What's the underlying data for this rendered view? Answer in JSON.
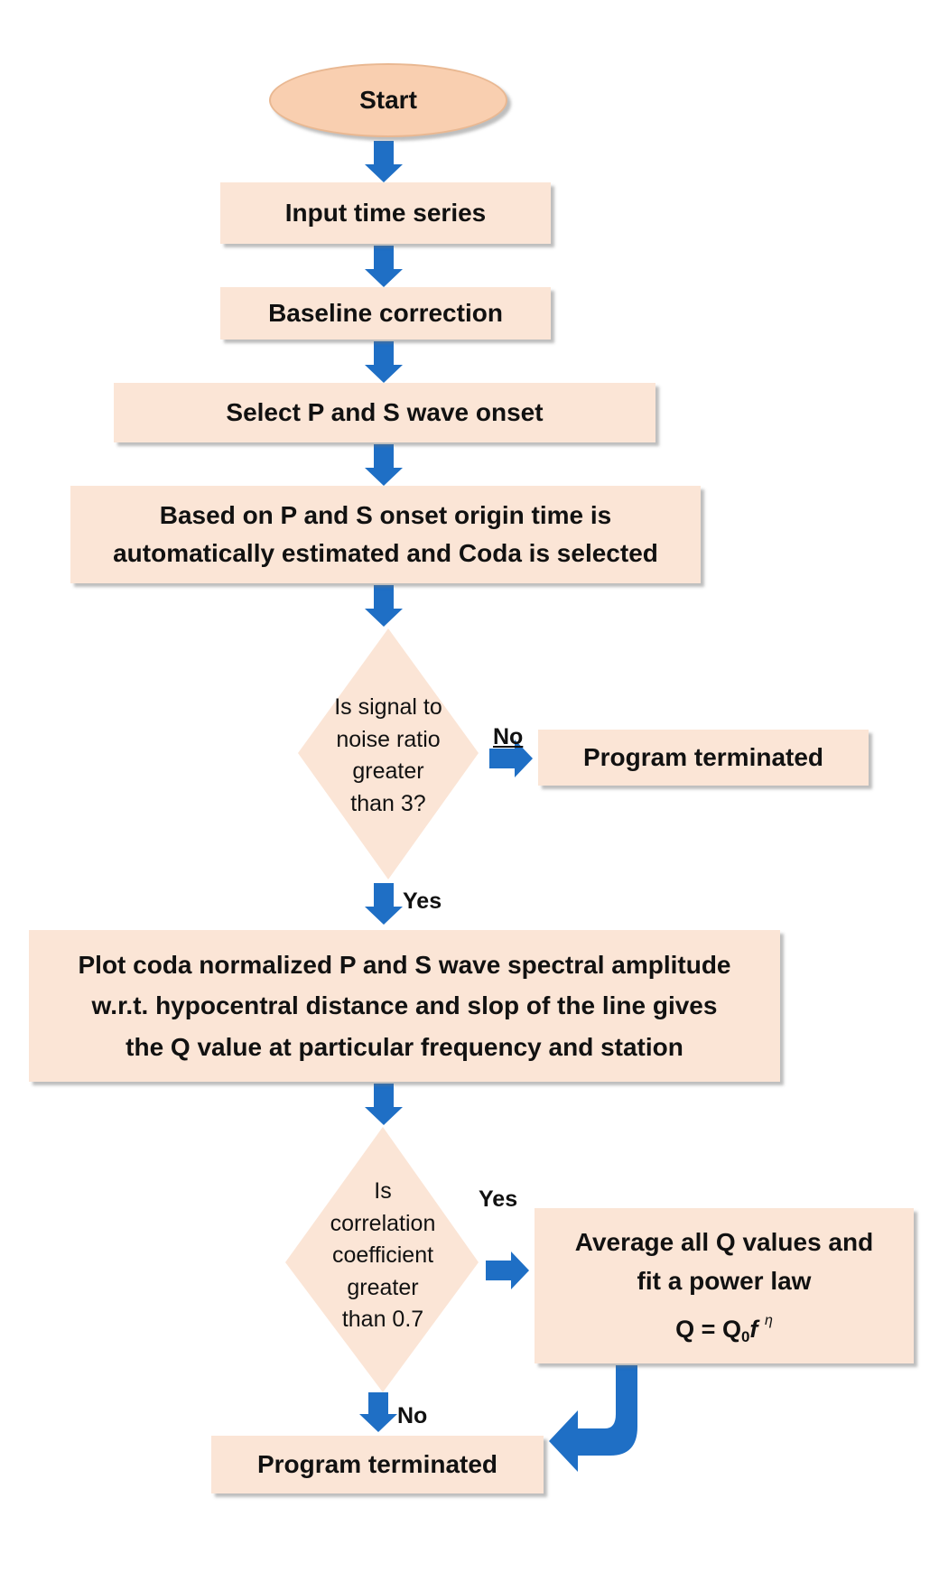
{
  "flowchart": {
    "start": "Start",
    "steps": [
      "Input time series",
      "Baseline correction",
      "Select P and S wave onset",
      "Based on P and S onset origin time is\nautomatically estimated and Coda is selected"
    ],
    "decision_1": {
      "text": "Is signal to\nnoise ratio\ngreater\nthan 3?",
      "no_label": "No",
      "yes_label": "Yes",
      "no_result": "Program terminated"
    },
    "plot_step": "Plot coda normalized P and S wave spectral amplitude\nw.r.t. hypocentral distance and slop of the line gives\nthe Q  value at particular frequency and station",
    "decision_2": {
      "text": "Is\ncorrelation\ncoefficient\ngreater\nthan 0.7",
      "yes_label": "Yes",
      "no_label": "No"
    },
    "average_step": {
      "line1": "Average all Q values and",
      "line2": "fit a power law",
      "formula": {
        "lhs": "Q = Q",
        "subscript": "0",
        "variable": "f",
        "exponent": "η"
      }
    },
    "end": "Program terminated"
  },
  "colors": {
    "box_fill": "#fbe5d6",
    "oval_fill": "#f9cfb0",
    "arrow": "#1f6fc5"
  }
}
